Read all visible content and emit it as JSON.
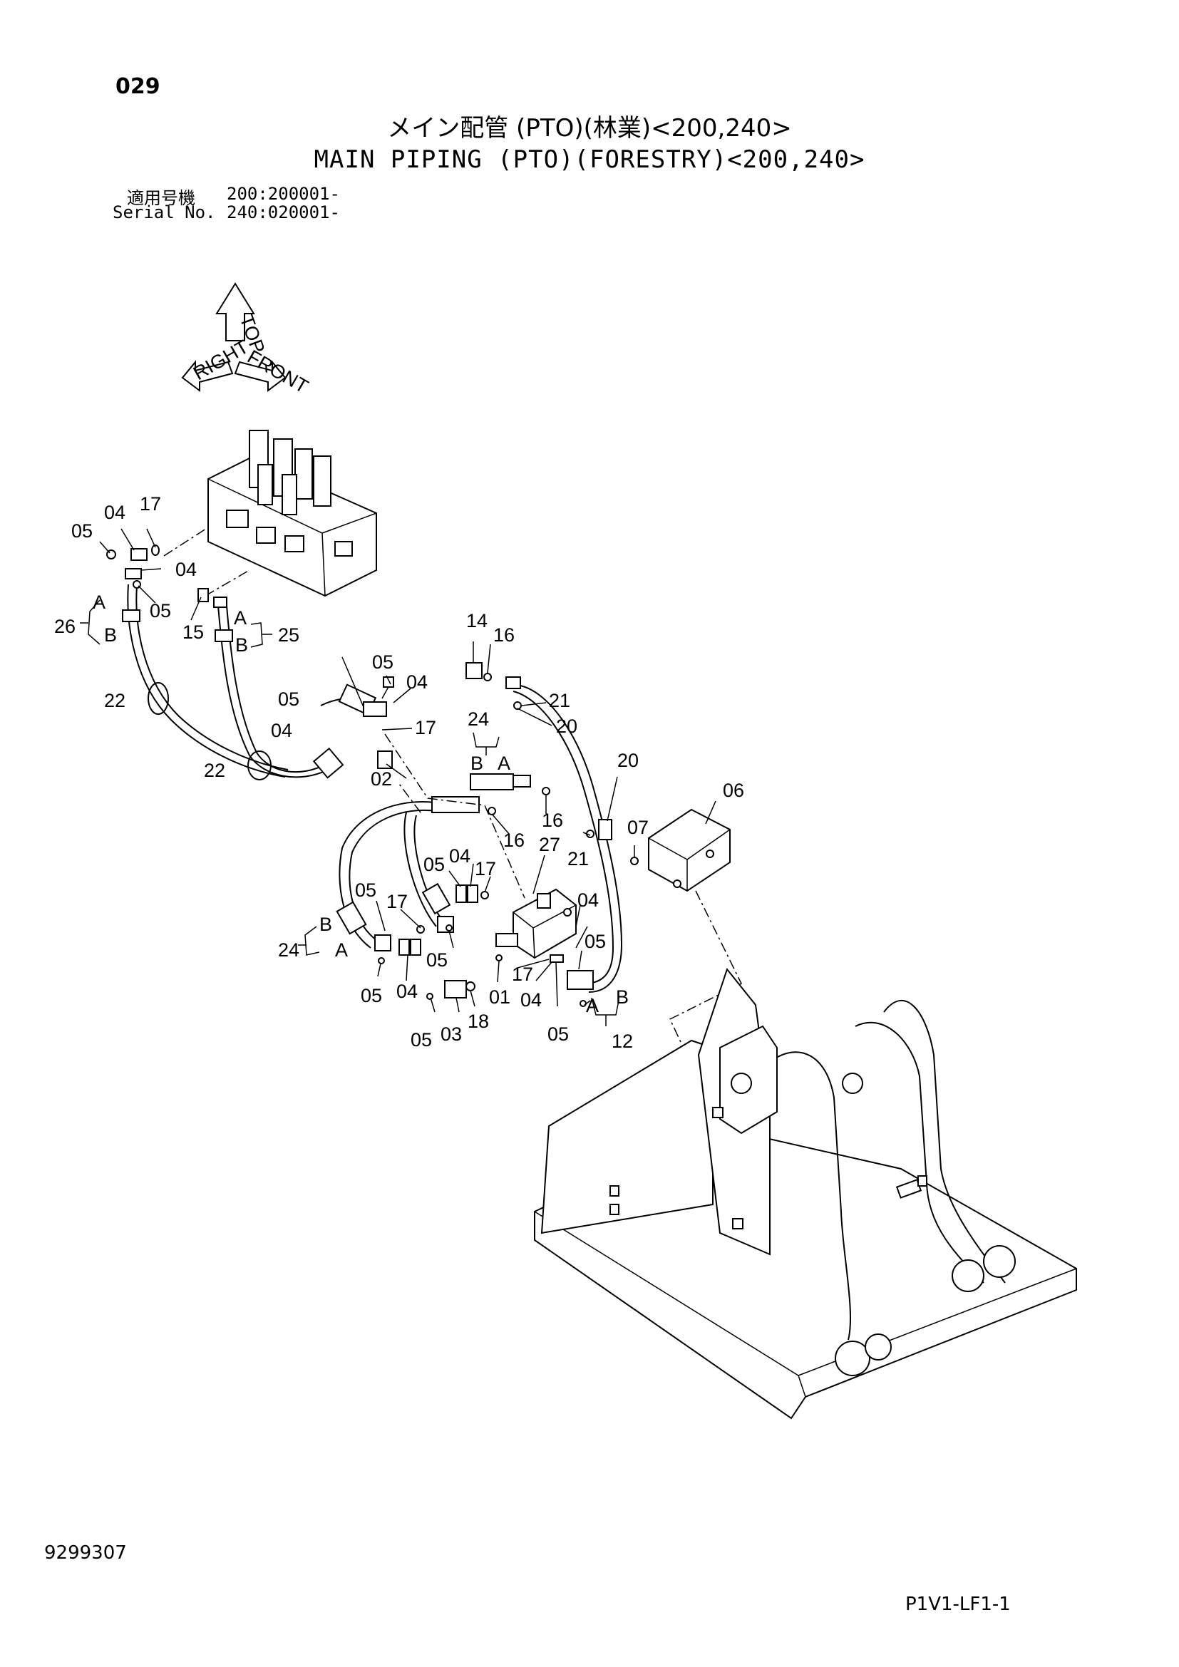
{
  "header": {
    "page_number": "029",
    "title_ja": "メイン配管 (PTO)(林業)<200,240>",
    "title_en": "MAIN PIPING (PTO)(FORESTRY)<200,240>",
    "serial_label_ja": "適用号機",
    "serial_label_en": "Serial No.",
    "serial_values": [
      "200:200001-",
      "240:020001-"
    ]
  },
  "orientation_arrows": [
    "TOP",
    "FRONT",
    "RIGHT"
  ],
  "callouts": {
    "c01": "01",
    "c02": "02",
    "c03": "03",
    "c04a": "04",
    "c04b": "04",
    "c04c": "04",
    "c04d": "04",
    "c04e": "04",
    "c04f": "04",
    "c04g": "04",
    "c04h": "04",
    "c05a": "05",
    "c05b": "05",
    "c05c": "05",
    "c05d": "05",
    "c05e": "05",
    "c05f": "05",
    "c05g": "05",
    "c05h": "05",
    "c05i": "05",
    "c05j": "05",
    "c06": "06",
    "c07": "07",
    "c12": "12",
    "c14": "14",
    "c15": "15",
    "c16a": "16",
    "c16b": "16",
    "c16c": "16",
    "c17a": "17",
    "c17b": "17",
    "c17c": "17",
    "c17d": "17",
    "c17e": "17",
    "c18": "18",
    "c20a": "20",
    "c20b": "20",
    "c21a": "21",
    "c21b": "21",
    "c22a": "22",
    "c22b": "22",
    "c24a": "24",
    "c24b": "24",
    "c25": "25",
    "c26": "26",
    "c27": "27",
    "A1": "A",
    "B1": "B",
    "A2": "A",
    "B2": "B",
    "A3": "A",
    "B3": "B",
    "A4": "A",
    "B4": "B",
    "A5": "A",
    "B5": "B"
  },
  "footer": {
    "doc_number": "9299307",
    "drawing_code": "P1V1-LF1-1"
  }
}
